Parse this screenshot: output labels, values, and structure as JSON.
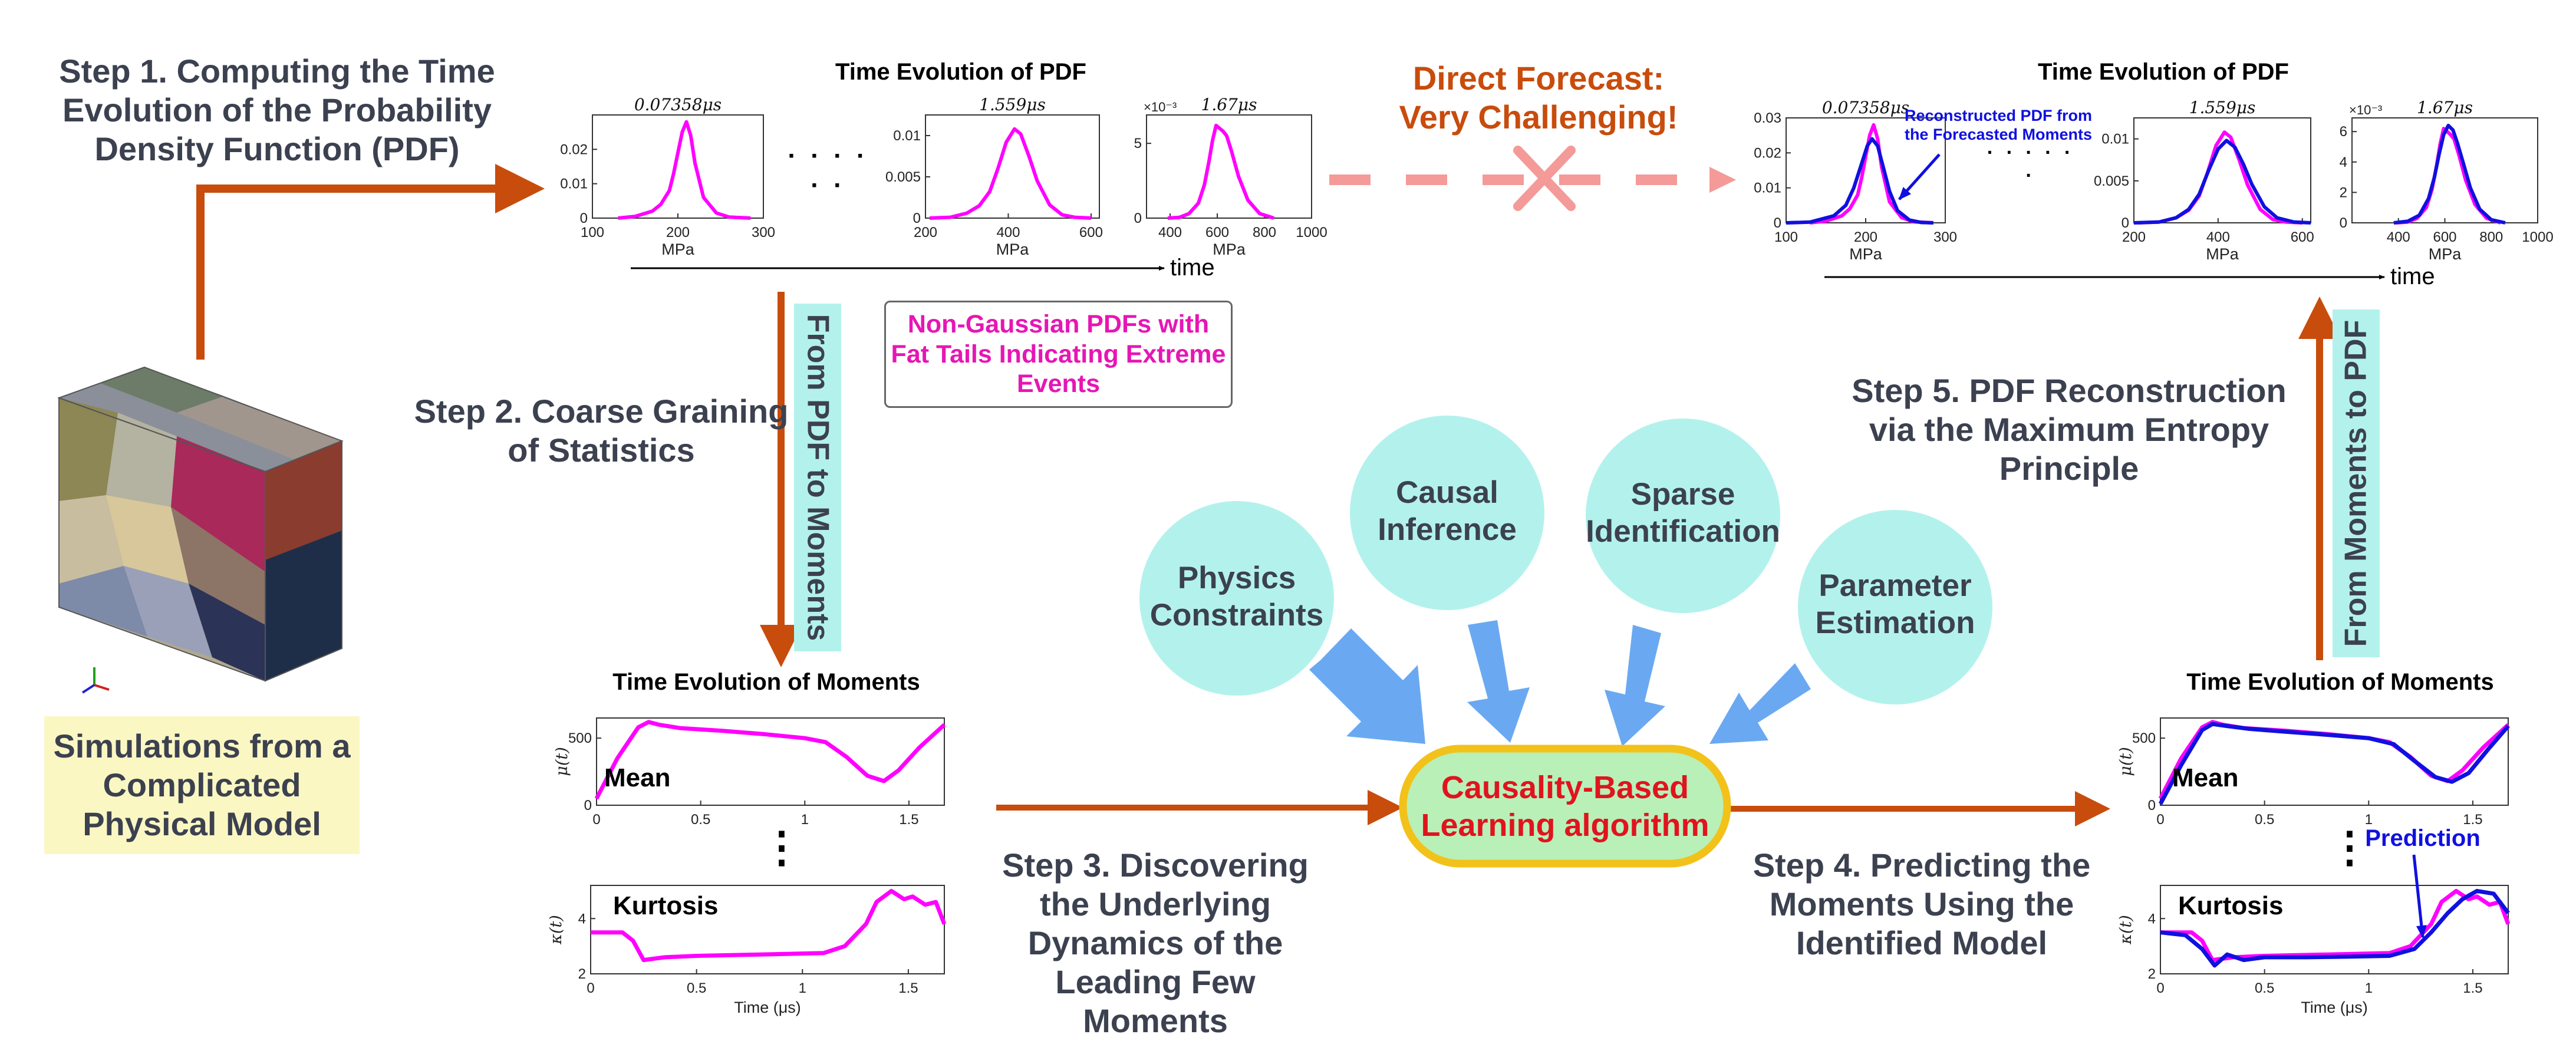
{
  "steps": {
    "step1": "Step 1. Computing the Time Evolution of the Probability Density Function (PDF)",
    "step2": "Step 2. Coarse Graining of Statistics",
    "step3": "Step 3. Discovering the Underlying Dynamics of the Leading Few Moments",
    "step4": "Step 4. Predicting the Moments Using the Identified Model",
    "step5": "Step 5. PDF Reconstruction via the Maximum Entropy Principle"
  },
  "simulation_label": "Simulations from a Complicated Physical Model",
  "direct_forecast": "Direct Forecast: Very Challenging!",
  "non_gaussian_note": "Non-Gaussian PDFs with Fat Tails Indicating Extreme Events",
  "from_pdf_to_moments": "From PDF to Moments",
  "from_moments_to_pdf": "From Moments to PDF",
  "circles": [
    "Physics Constraints",
    "Causal Inference",
    "Sparse Identification",
    "Parameter Estimation"
  ],
  "algorithm": "Causality-Based Learning algorithm",
  "pdf_title_left": "Time Evolution of PDF",
  "pdf_title_right": "Time Evolution of PDF",
  "moments_title_left": "Time Evolution of Moments",
  "moments_title_right": "Time Evolution of Moments",
  "reconstructed_note": "Reconstructed PDF from the Forecasted Moments",
  "prediction_label": "Prediction",
  "time_label": "time",
  "mean_label": "Mean",
  "kurtosis_label": "Kurtosis",
  "dots": "· · · · · ·",
  "vdots": "⋮",
  "colors": {
    "accent_orange": "#c84c0c",
    "magenta": "#ff00ff",
    "blue": "#1010e0",
    "circle": "#b3f2ec",
    "arrow_blue": "#6aa9f2",
    "algo_fill": "#b8f0b8",
    "algo_border": "#f2c21a",
    "algo_text": "#e0141e",
    "label_bg": "#fbf7c3",
    "dashed_red": "#f49a98"
  },
  "chart_data": [
    {
      "type": "line",
      "id": "pdf-1",
      "title": "0.07358μs",
      "xlabel": "MPa",
      "xlim": [
        100,
        300
      ],
      "xticks": [
        "100",
        "200",
        "300"
      ],
      "ylim": [
        0,
        0.03
      ],
      "yticks": [
        "0",
        "0.01",
        "0.02"
      ],
      "series": [
        {
          "color": "#ff00ff",
          "x": [
            130,
            150,
            170,
            180,
            190,
            195,
            200,
            205,
            210,
            215,
            220,
            230,
            245,
            260,
            285
          ],
          "y": [
            0,
            0.0005,
            0.002,
            0.004,
            0.008,
            0.013,
            0.019,
            0.025,
            0.028,
            0.024,
            0.016,
            0.006,
            0.0015,
            0.0003,
            0
          ]
        }
      ]
    },
    {
      "type": "line",
      "id": "pdf-2",
      "title": "1.559μs",
      "xlabel": "MPa",
      "xlim": [
        200,
        620
      ],
      "xticks": [
        "200",
        "400",
        "600"
      ],
      "ylim": [
        0,
        0.0125
      ],
      "yticks": [
        "0",
        "0.005",
        "0.01"
      ],
      "series": [
        {
          "color": "#ff00ff",
          "x": [
            210,
            260,
            300,
            330,
            355,
            375,
            395,
            415,
            430,
            450,
            470,
            500,
            530,
            560,
            600
          ],
          "y": [
            0,
            0.0001,
            0.0006,
            0.0015,
            0.0032,
            0.006,
            0.0092,
            0.0108,
            0.0102,
            0.0075,
            0.0045,
            0.0016,
            0.0004,
            0.0001,
            0
          ]
        }
      ]
    },
    {
      "type": "line",
      "id": "pdf-3",
      "title": "1.67μs",
      "xlabel": "MPa",
      "xlim": [
        300,
        1000
      ],
      "xticks": [
        "400",
        "600",
        "800",
        "1000"
      ],
      "ylim": [
        0,
        0.0069
      ],
      "yticks": [
        "0",
        "5"
      ],
      "yexponent": "×10⁻³",
      "series": [
        {
          "color": "#ff00ff",
          "x": [
            390,
            440,
            480,
            520,
            545,
            565,
            580,
            595,
            610,
            625,
            640,
            660,
            690,
            730,
            780,
            840
          ],
          "y": [
            0,
            5e-05,
            0.0003,
            0.001,
            0.0022,
            0.0038,
            0.0052,
            0.0062,
            0.006,
            0.0058,
            0.0055,
            0.0045,
            0.0028,
            0.0012,
            0.0003,
            0
          ]
        }
      ]
    },
    {
      "type": "line",
      "id": "pdf-r1",
      "title": "0.07358μs",
      "xlabel": "MPa",
      "xlim": [
        100,
        300
      ],
      "xticks": [
        "100",
        "200",
        "300"
      ],
      "ylim": [
        0,
        0.03
      ],
      "yticks": [
        "0",
        "0.01",
        "0.02",
        "0.03"
      ],
      "series": [
        {
          "color": "#ff00ff",
          "x": [
            130,
            150,
            170,
            180,
            190,
            195,
            200,
            205,
            210,
            215,
            220,
            230,
            245,
            260,
            285
          ],
          "y": [
            0,
            0.0005,
            0.002,
            0.004,
            0.008,
            0.013,
            0.019,
            0.025,
            0.028,
            0.024,
            0.016,
            0.006,
            0.0015,
            0.0003,
            0
          ]
        },
        {
          "color": "#1010e0",
          "x": [
            100,
            130,
            160,
            175,
            185,
            195,
            202,
            208,
            215,
            222,
            230,
            240,
            255,
            270,
            285
          ],
          "y": [
            0,
            0.0002,
            0.002,
            0.005,
            0.01,
            0.017,
            0.022,
            0.024,
            0.022,
            0.016,
            0.009,
            0.0035,
            0.0008,
            0.0001,
            0
          ]
        }
      ]
    },
    {
      "type": "line",
      "id": "pdf-r2",
      "title": "1.559μs",
      "xlabel": "MPa",
      "xlim": [
        200,
        620
      ],
      "xticks": [
        "200",
        "400",
        "600"
      ],
      "ylim": [
        0,
        0.0125
      ],
      "yticks": [
        "0",
        "0.005",
        "0.01"
      ],
      "series": [
        {
          "color": "#ff00ff",
          "x": [
            210,
            260,
            300,
            330,
            355,
            375,
            395,
            415,
            430,
            450,
            470,
            500,
            530,
            560,
            600
          ],
          "y": [
            0,
            0.0001,
            0.0006,
            0.0015,
            0.0032,
            0.006,
            0.0092,
            0.0108,
            0.0102,
            0.0075,
            0.0045,
            0.0016,
            0.0004,
            0.0001,
            0
          ]
        },
        {
          "color": "#1010e0",
          "x": [
            200,
            260,
            300,
            330,
            355,
            378,
            400,
            420,
            440,
            460,
            480,
            510,
            540,
            580,
            620
          ],
          "y": [
            0,
            0.0001,
            0.0006,
            0.0016,
            0.0034,
            0.0063,
            0.0088,
            0.0098,
            0.009,
            0.007,
            0.0046,
            0.0019,
            0.0006,
            0.0001,
            0
          ]
        }
      ]
    },
    {
      "type": "line",
      "id": "pdf-r3",
      "title": "1.67μs",
      "xlabel": "MPa",
      "xlim": [
        200,
        1000
      ],
      "xticks": [
        "400",
        "600",
        "800",
        "1000"
      ],
      "ylim": [
        0,
        0.0069
      ],
      "yticks": [
        "0",
        "2",
        "4",
        "6"
      ],
      "yexponent": "×10⁻³",
      "series": [
        {
          "color": "#ff00ff",
          "x": [
            390,
            440,
            480,
            520,
            545,
            565,
            580,
            595,
            610,
            625,
            640,
            660,
            690,
            730,
            780,
            840
          ],
          "y": [
            0,
            5e-05,
            0.0003,
            0.001,
            0.0022,
            0.0038,
            0.0052,
            0.0062,
            0.006,
            0.0058,
            0.0055,
            0.0045,
            0.0028,
            0.0012,
            0.0003,
            0
          ]
        },
        {
          "color": "#1010e0",
          "x": [
            380,
            440,
            490,
            530,
            555,
            575,
            595,
            615,
            635,
            655,
            680,
            710,
            750,
            800,
            860
          ],
          "y": [
            0,
            0.0001,
            0.0005,
            0.0016,
            0.003,
            0.0045,
            0.0058,
            0.0064,
            0.0061,
            0.0052,
            0.0039,
            0.0023,
            0.0009,
            0.0002,
            0
          ]
        }
      ]
    },
    {
      "type": "line",
      "id": "mean-left",
      "ylabel": "μ(t)",
      "xlim": [
        0,
        1.67
      ],
      "xticks": [
        "0",
        "0.5",
        "1",
        "1.5"
      ],
      "ylim": [
        0,
        650
      ],
      "yticks": [
        "0",
        "500"
      ],
      "series": [
        {
          "color": "#ff00ff",
          "x": [
            0,
            0.1,
            0.2,
            0.25,
            0.3,
            0.4,
            0.6,
            0.8,
            1.0,
            1.1,
            1.2,
            1.3,
            1.38,
            1.45,
            1.55,
            1.67
          ],
          "y": [
            50,
            350,
            580,
            620,
            600,
            575,
            555,
            530,
            500,
            470,
            360,
            220,
            180,
            260,
            430,
            600
          ]
        }
      ]
    },
    {
      "type": "line",
      "id": "kurt-left",
      "ylabel": "κ(t)",
      "xlabel": "Time (μs)",
      "xlim": [
        0,
        1.67
      ],
      "xticks": [
        "0",
        "0.5",
        "1",
        "1.5"
      ],
      "ylim": [
        2,
        5.2
      ],
      "yticks": [
        "2",
        "4"
      ],
      "series": [
        {
          "color": "#ff00ff",
          "x": [
            0,
            0.15,
            0.2,
            0.25,
            0.35,
            0.5,
            0.8,
            1.1,
            1.2,
            1.3,
            1.35,
            1.42,
            1.48,
            1.52,
            1.58,
            1.63,
            1.67
          ],
          "y": [
            3.5,
            3.5,
            3.2,
            2.5,
            2.6,
            2.65,
            2.7,
            2.75,
            3.0,
            3.8,
            4.6,
            5.0,
            4.7,
            4.8,
            4.5,
            4.6,
            3.8
          ]
        }
      ]
    },
    {
      "type": "line",
      "id": "mean-right",
      "ylabel": "μ(t)",
      "xlim": [
        0,
        1.67
      ],
      "xticks": [
        "0",
        "0.5",
        "1",
        "1.5"
      ],
      "ylim": [
        0,
        650
      ],
      "yticks": [
        "0",
        "500"
      ],
      "series": [
        {
          "color": "#ff00ff",
          "x": [
            0,
            0.1,
            0.2,
            0.25,
            0.3,
            0.4,
            0.6,
            0.8,
            1.0,
            1.1,
            1.2,
            1.3,
            1.38,
            1.45,
            1.55,
            1.67
          ],
          "y": [
            50,
            350,
            580,
            620,
            600,
            575,
            555,
            530,
            500,
            470,
            360,
            220,
            180,
            260,
            430,
            600
          ]
        },
        {
          "color": "#1010e0",
          "x": [
            0,
            0.1,
            0.2,
            0.25,
            0.32,
            0.42,
            0.6,
            0.8,
            1.0,
            1.12,
            1.22,
            1.32,
            1.4,
            1.48,
            1.57,
            1.67
          ],
          "y": [
            10,
            300,
            560,
            605,
            590,
            570,
            548,
            525,
            500,
            455,
            330,
            210,
            175,
            240,
            410,
            590
          ]
        }
      ]
    },
    {
      "type": "line",
      "id": "kurt-right",
      "ylabel": "κ(t)",
      "xlabel": "Time (μs)",
      "xlim": [
        0,
        1.67
      ],
      "xticks": [
        "0",
        "0.5",
        "1",
        "1.5"
      ],
      "ylim": [
        2,
        5.2
      ],
      "yticks": [
        "2",
        "4"
      ],
      "series": [
        {
          "color": "#ff00ff",
          "x": [
            0,
            0.15,
            0.2,
            0.25,
            0.35,
            0.5,
            0.8,
            1.1,
            1.2,
            1.3,
            1.35,
            1.42,
            1.48,
            1.52,
            1.58,
            1.63,
            1.67
          ],
          "y": [
            3.5,
            3.5,
            3.2,
            2.5,
            2.6,
            2.65,
            2.7,
            2.75,
            3.0,
            3.8,
            4.6,
            5.0,
            4.7,
            4.8,
            4.5,
            4.6,
            3.8
          ]
        },
        {
          "color": "#1010e0",
          "x": [
            0,
            0.12,
            0.2,
            0.26,
            0.32,
            0.4,
            0.5,
            0.7,
            0.9,
            1.1,
            1.22,
            1.3,
            1.38,
            1.45,
            1.52,
            1.6,
            1.67
          ],
          "y": [
            3.5,
            3.4,
            2.9,
            2.3,
            2.7,
            2.5,
            2.6,
            2.6,
            2.62,
            2.65,
            2.9,
            3.5,
            4.2,
            4.7,
            5.0,
            4.9,
            4.2
          ]
        }
      ]
    }
  ]
}
